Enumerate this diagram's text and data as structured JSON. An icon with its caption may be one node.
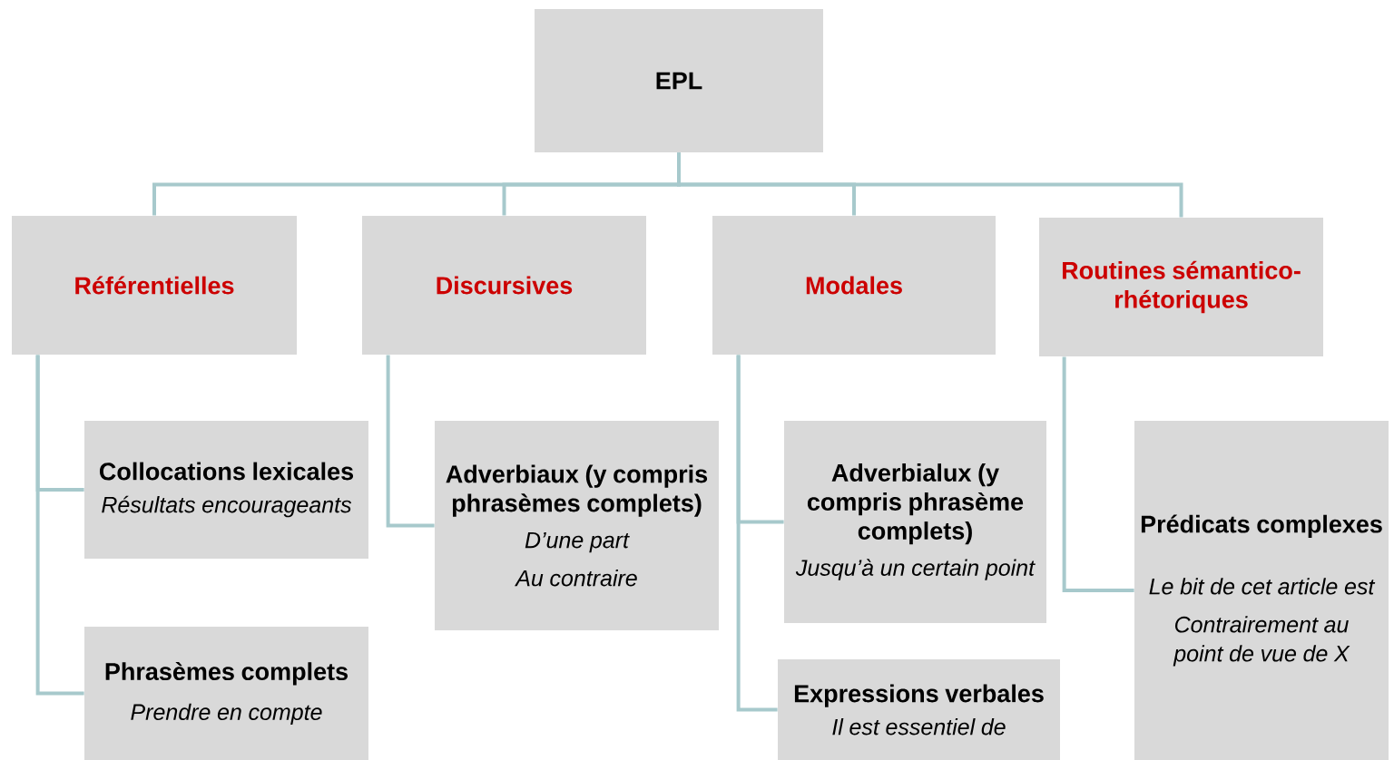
{
  "diagram": {
    "nodes": [
      {
        "text": [
          "EPL"
        ]
      },
      {
        "text": [
          "Référentielles"
        ]
      },
      {
        "text": [
          "Discursives"
        ]
      },
      {
        "text": [
          "Modales"
        ]
      },
      {
        "text": [
          "Routines sémantico-rhétoriques"
        ]
      },
      {
        "text": [
          "Collocations lexicales",
          "Résultats encourageants"
        ]
      },
      {
        "text": [
          "Phrasèmes complets",
          "Prendre en compte"
        ]
      },
      {
        "text": [
          "Adverbiaux (y compris phrasèmes complets)",
          "D’une part",
          "Au contraire"
        ]
      },
      {
        "text": [
          "Adverbialux (y compris phrasème complets)",
          "Jusqu’à un certain point"
        ]
      },
      {
        "text": [
          "Expressions verbales",
          "Il est essentiel de"
        ]
      },
      {
        "text": [
          "Prédicats complexes",
          "Le bit de cet article est",
          "Contrairement au point de vue de X"
        ]
      }
    ],
    "edges": [
      {
        "from": 0,
        "to": 1,
        "arrow": "none"
      },
      {
        "from": 0,
        "to": 2,
        "arrow": "none"
      },
      {
        "from": 0,
        "to": 3,
        "arrow": "none"
      },
      {
        "from": 0,
        "to": 4,
        "arrow": "none"
      },
      {
        "from": 1,
        "to": 5,
        "arrow": "none"
      },
      {
        "from": 1,
        "to": 6,
        "arrow": "none"
      },
      {
        "from": 2,
        "to": 7,
        "arrow": "none"
      },
      {
        "from": 3,
        "to": 8,
        "arrow": "none"
      },
      {
        "from": 3,
        "to": 9,
        "arrow": "none"
      },
      {
        "from": 4,
        "to": 10,
        "arrow": "none"
      }
    ]
  }
}
